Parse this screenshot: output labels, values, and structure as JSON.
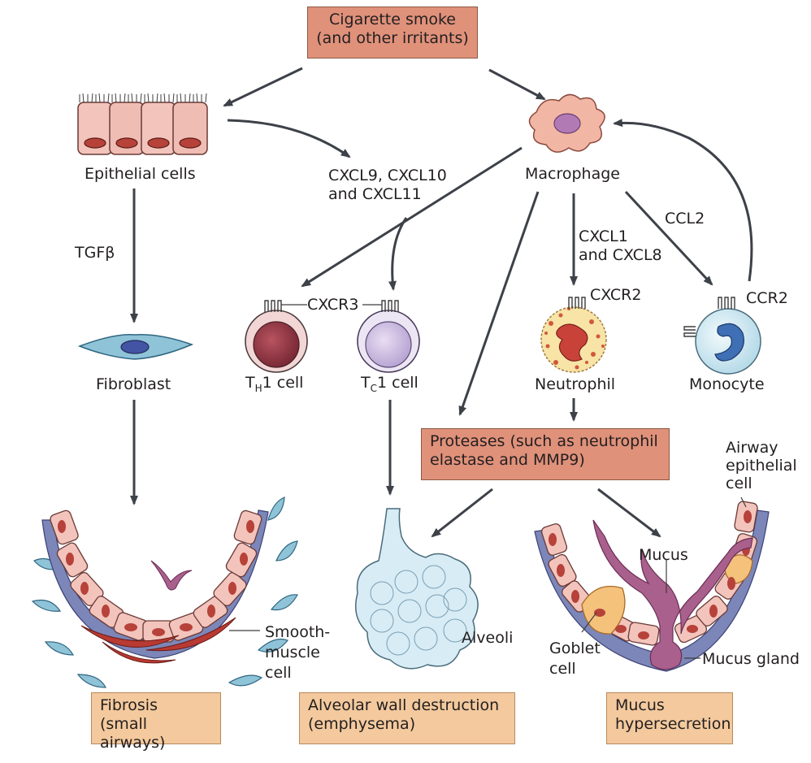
{
  "boxes": {
    "trigger": [
      "Cigarette smoke",
      "(and other irritants)"
    ],
    "proteases": [
      "Proteases (such as neutrophil",
      "elastase and MMP9)"
    ],
    "fibrosis": [
      "Fibrosis",
      "(small airways)"
    ],
    "emphysema": [
      "Alveolar wall destruction",
      "(emphysema)"
    ],
    "mucus": [
      "Mucus",
      "hypersecretion"
    ]
  },
  "labels": {
    "epithelial": "Epithelial cells",
    "chemokines_t": [
      "CXCL9, CXCL10",
      "and CXCL11"
    ],
    "macrophage": "Macrophage",
    "tgfb": "TGFβ",
    "ccl2": "CCL2",
    "cxcl1_8": [
      "CXCL1",
      "and CXCL8"
    ],
    "cxcr3": "CXCR3",
    "cxcr2": "CXCR2",
    "ccr2": "CCR2",
    "fibroblast": "Fibroblast",
    "th1": {
      "main": "T",
      "sub": "H",
      "rest": "1 cell"
    },
    "tc1": {
      "main": "T",
      "sub": "C",
      "rest": "1 cell"
    },
    "neutrophil": "Neutrophil",
    "monocyte": "Monocyte",
    "airway_epi": [
      "Airway",
      "epithelial",
      "cell"
    ],
    "mucus_word": "Mucus",
    "alveoli": "Alveoli",
    "smooth_muscle": [
      "Smooth-",
      "muscle",
      "cell"
    ],
    "goblet": [
      "Goblet",
      "cell"
    ],
    "mucus_gland": "Mucus gland"
  },
  "colors": {
    "arrow": "#3d4148",
    "box_red": "#e0917a",
    "box_tan": "#f3c99d",
    "epithelium": "#f2c4bc",
    "nucleus": "#b6423a",
    "basement": "#7c86b8",
    "mucus": "#a9608c",
    "fibroblast": "#8fc3d8",
    "alveoli": "#d8ecf5"
  }
}
